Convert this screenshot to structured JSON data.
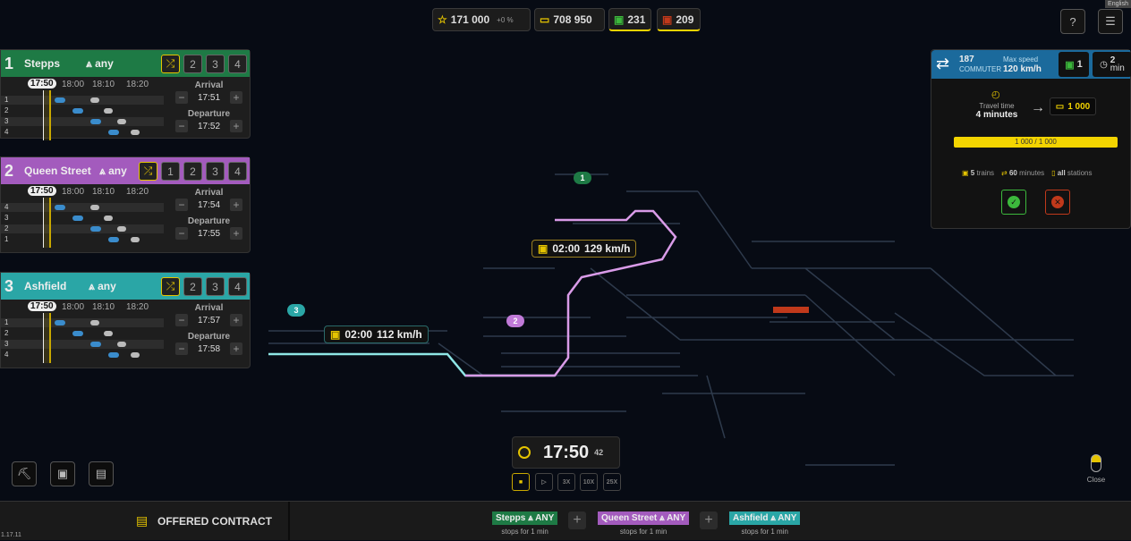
{
  "top": {
    "rating": "171 000",
    "rating_change": "+0 %",
    "money": "708 950",
    "trains_green": "231",
    "trains_red": "209",
    "language": "English"
  },
  "stations": [
    {
      "num": "1",
      "name": "Stepps",
      "platform": "any",
      "color": "#1e7a45",
      "platforms": [
        "2",
        "3",
        "4"
      ],
      "now": "17:50",
      "ticks": [
        "18:00",
        "18:10",
        "18:20"
      ],
      "rows": [
        "1",
        "2",
        "3",
        "4"
      ],
      "arrival_label": "Arrival",
      "arrival": "17:51",
      "departure_label": "Departure",
      "departure": "17:52"
    },
    {
      "num": "2",
      "name": "Queen Street",
      "platform": "any",
      "color": "#a35bbd",
      "platforms": [
        "1",
        "2",
        "3",
        "4"
      ],
      "now": "17:50",
      "ticks": [
        "18:00",
        "18:10",
        "18:20"
      ],
      "rows": [
        "4",
        "3",
        "2",
        "1"
      ],
      "arrival_label": "Arrival",
      "arrival": "17:54",
      "departure_label": "Departure",
      "departure": "17:55"
    },
    {
      "num": "3",
      "name": "Ashfield",
      "platform": "any",
      "color": "#2aa6a6",
      "platforms": [
        "2",
        "3",
        "4"
      ],
      "now": "17:50",
      "ticks": [
        "18:00",
        "18:10",
        "18:20"
      ],
      "rows": [
        "1",
        "2",
        "3",
        "4"
      ],
      "arrival_label": "Arrival",
      "arrival": "17:57",
      "departure_label": "Departure",
      "departure": "17:58"
    }
  ],
  "contract": {
    "id": "187",
    "type": "COMMUTER",
    "speed_label": "Max speed",
    "speed": "120 km/h",
    "trains": "1",
    "interval": "2",
    "interval_unit": "min",
    "travel_label": "Travel time",
    "travel": "4 minutes",
    "reward": "1 000",
    "progress_text": "1 000 / 1 000",
    "progress": 1.0,
    "req_trains": "5",
    "req_trains_label": "trains",
    "req_minutes": "60",
    "req_minutes_label": "minutes",
    "req_stations": "all",
    "req_stations_label": "stations"
  },
  "map": {
    "label1": "02:00",
    "label1_speed": "129 km/h",
    "label2": "02:00",
    "label2_speed": "112 km/h",
    "marker1": "1",
    "marker2": "2",
    "marker3": "3"
  },
  "clock": {
    "time": "17:50",
    "seconds": "42",
    "speeds": [
      "3X",
      "10X",
      "25X"
    ]
  },
  "close_label": "Close",
  "bottom": {
    "title": "OFFERED CONTRACT",
    "version": "1.17.11",
    "stops": [
      {
        "name": "Stepps",
        "platform": "ANY",
        "sub": "stops for 1 min",
        "color": "#1e7a45"
      },
      {
        "name": "Queen Street",
        "platform": "ANY",
        "sub": "stops for 1 min",
        "color": "#a35bbd"
      },
      {
        "name": "Ashfield",
        "platform": "ANY",
        "sub": "stops for 1 min",
        "color": "#2aa6a6"
      }
    ]
  }
}
